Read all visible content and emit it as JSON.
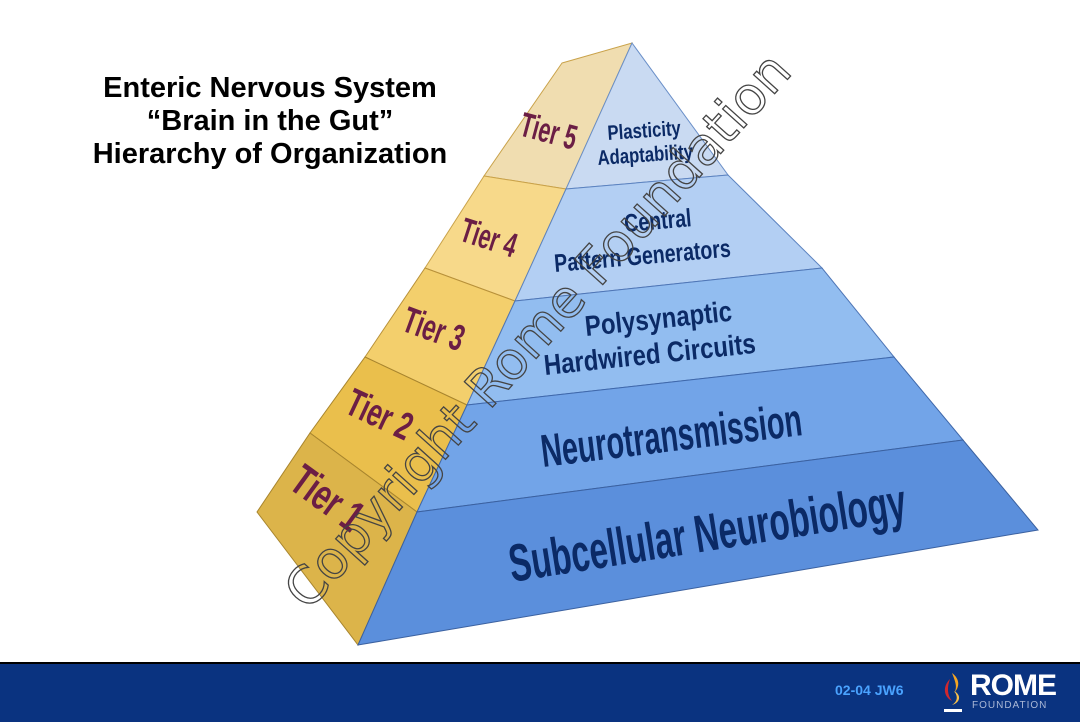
{
  "title": {
    "line1": "Enteric Nervous System",
    "line2": "“Brain in the Gut”",
    "line3": "Hierarchy of Organization"
  },
  "pyramid": {
    "tiers": [
      {
        "label": "Tier 5",
        "description_lines": [
          "Plasticity",
          "Adaptability"
        ],
        "side_color": "#f0ddb0",
        "face_color": "#c9daf2"
      },
      {
        "label": "Tier 4",
        "description_lines": [
          "Central",
          "Pattern Generators"
        ],
        "side_color": "#f7d98a",
        "face_color": "#b3cff3"
      },
      {
        "label": "Tier 3",
        "description_lines": [
          "Polysynaptic",
          "Hardwired Circuits"
        ],
        "side_color": "#f3cf6c",
        "face_color": "#92bdf0"
      },
      {
        "label": "Tier 2",
        "description_lines": [
          "Neurotransmission"
        ],
        "side_color": "#eabf4c",
        "face_color": "#72a4e8"
      },
      {
        "label": "Tier 1",
        "description_lines": [
          "Subcellular Neurobiology"
        ],
        "side_color": "#dcb44a",
        "face_color": "#5b8fdc"
      }
    ]
  },
  "watermark": "Copyright Rome Foundation",
  "footer": {
    "code": "02-04  JW6",
    "logo_word": "ROME",
    "logo_sub": "FOUNDATION",
    "background": "#0a3380"
  }
}
